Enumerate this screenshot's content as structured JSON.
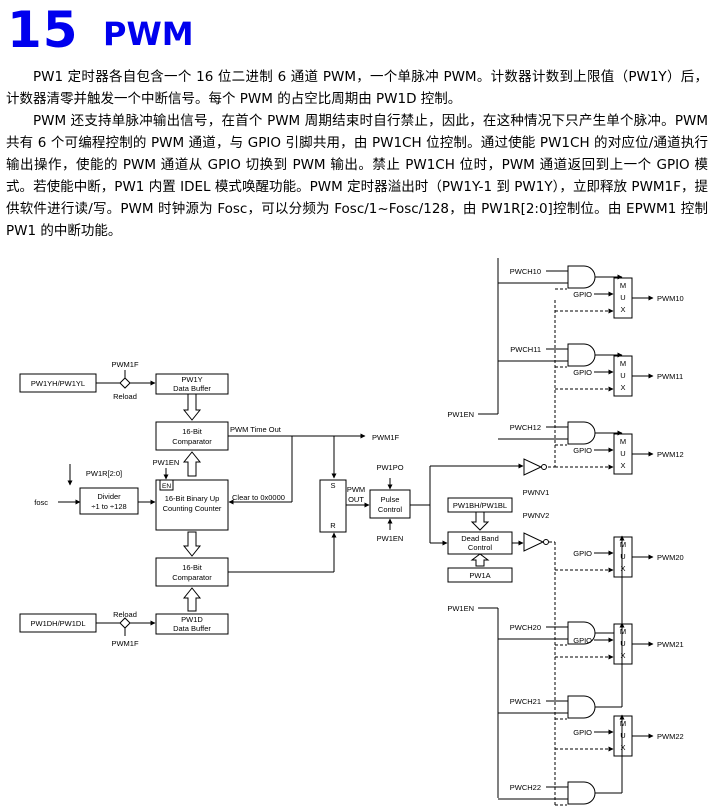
{
  "chapter": {
    "number": "15",
    "title": "PWM"
  },
  "paragraphs": [
    "PW1 定时器各自包含一个 16 位二进制 6 通道 PWM，一个单脉冲 PWM。计数器计数到上限值（PW1Y）后，计数器清零并触发一个中断信号。每个 PWM 的占空比周期由 PW1D 控制。",
    "PWM 还支持单脉冲输出信号，在首个 PWM 周期结束时自行禁止，因此，在这种情况下只产生单个脉冲。PWM 共有 6 个可编程控制的 PWM 通道，与 GPIO 引脚共用，由 PW1CH 位控制。通过使能 PW1CH 的对应位/通道执行输出操作，使能的 PWM 通道从 GPIO 切换到 PWM 输出。禁止 PW1CH 位时，PWM 通道返回到上一个 GPIO 模式。若使能中断，PW1 内置 IDEL 模式唤醒功能。PWM 定时器溢出时（PW1Y-1 到 PW1Y），立即释放 PWM1F，提供软件进行读/写。PWM 时钟源为 Fosc，可以分频为 Fosc/1~Fosc/128，由 PW1R[2:0]控制位。由 EPWM1 控制 PW1 的中断功能。"
  ],
  "diagram": {
    "pw1yh_pw1yl": "PW1YH/PW1YL",
    "pwm1f_top": "PWM1F",
    "reload_top": "Reload",
    "pw1y_buffer": [
      "PW1Y",
      "Data Buffer"
    ],
    "comparator_top": [
      "16-Bit",
      "Comparator"
    ],
    "pwm_time_out": "PWM Time Out",
    "pwm1f_out": "PWM1F",
    "pw1en_counter": "PW1EN",
    "en": "EN",
    "pw1r": "PW1R[2:0]",
    "fosc": "fosc",
    "divider": [
      "Divider",
      "÷1 to ÷128"
    ],
    "counter": [
      "16-Bit Binary Up",
      "Counting Counter"
    ],
    "clear": "Clear to 0x0000",
    "sr_s": "S",
    "sr_r": "R",
    "pwm_out": [
      "PWM",
      "OUT"
    ],
    "pw1po": "PW1PO",
    "pulse_control": [
      "Pulse",
      "Control"
    ],
    "pw1en_pulse": "PW1EN",
    "comparator_bottom": [
      "16-Bit",
      "Comparator"
    ],
    "pw1dh_pw1dl": "PW1DH/PW1DL",
    "reload_bottom": "Reload",
    "pwm1f_bottom": "PWM1F",
    "pw1d_buffer": [
      "PW1D",
      "Data Buffer"
    ],
    "pw1bh_pw1bl": "PW1BH/PW1BL",
    "dead_band": [
      "Dead Band",
      "Control"
    ],
    "pw1a": "PW1A",
    "pwnv1": "PWNV1",
    "pwnv2": "PWNV2",
    "pw1en_upper": "PW1EN",
    "pw1en_lower": "PW1EN",
    "gpio": "GPIO",
    "mux": [
      "M",
      "U",
      "X"
    ],
    "channels": [
      {
        "ch": "PWCH10",
        "out": "PWM10"
      },
      {
        "ch": "PWCH11",
        "out": "PWM11"
      },
      {
        "ch": "PWCH12",
        "out": "PWM12"
      },
      {
        "ch": "PWCH20",
        "out": "PWM20"
      },
      {
        "ch": "PWCH21",
        "out": "PWM21"
      },
      {
        "ch": "PWCH22",
        "out": "PWM22"
      }
    ]
  }
}
